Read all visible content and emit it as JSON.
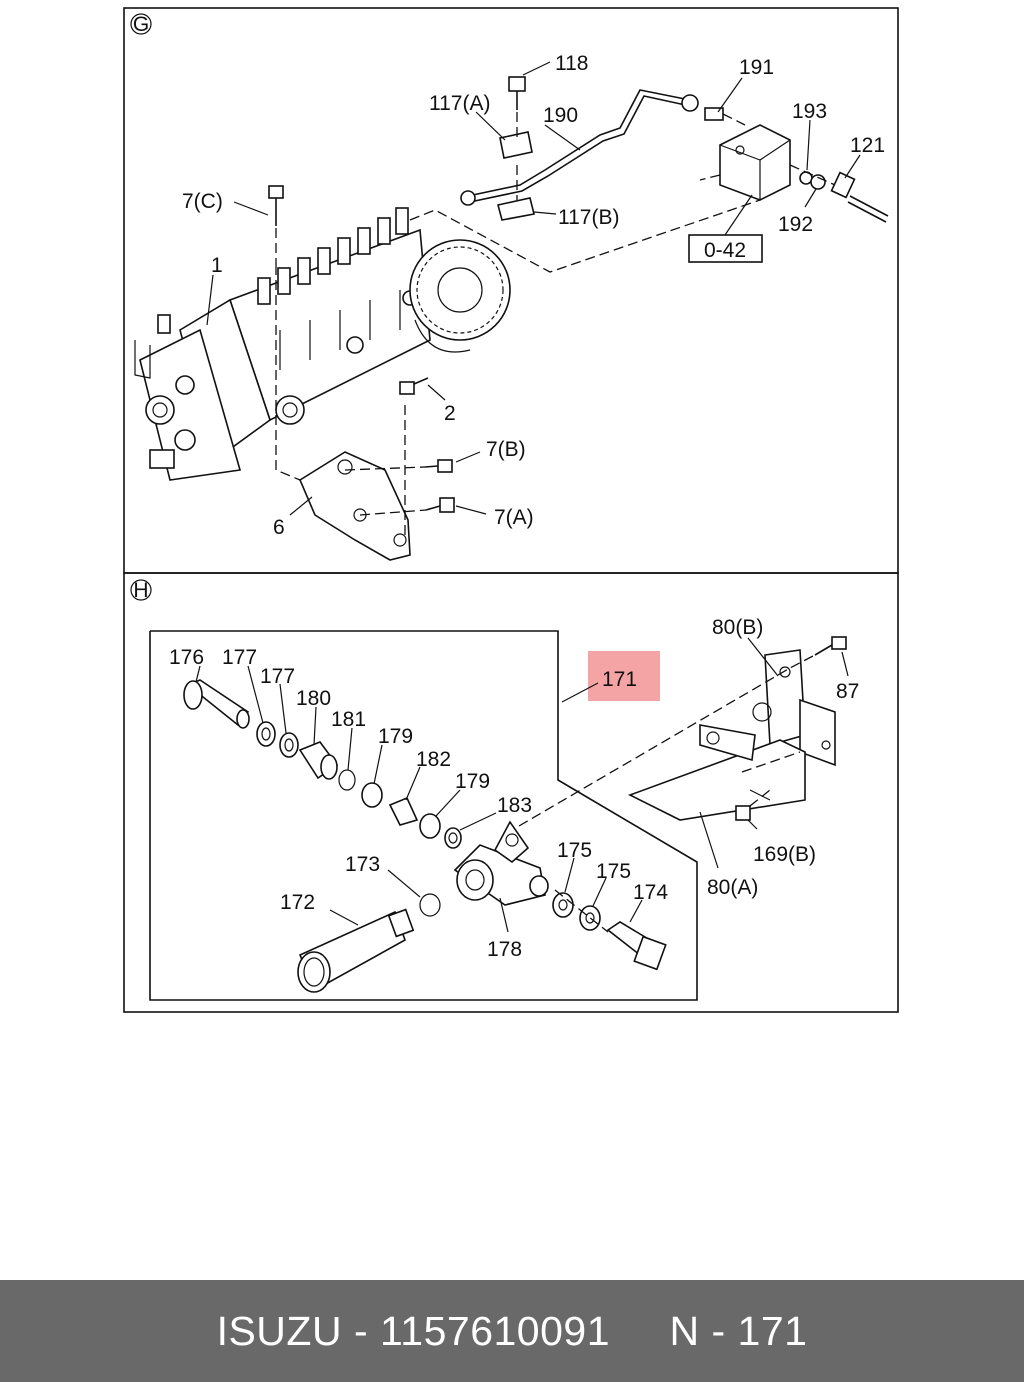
{
  "sections": {
    "upper": {
      "letter": "G",
      "callouts": [
        "118",
        "117(A)",
        "190",
        "191",
        "193",
        "121",
        "7(C)",
        "117(B)",
        "192",
        "1",
        "2",
        "7(B)",
        "7(A)",
        "6"
      ],
      "reference_box": "0-42"
    },
    "lower": {
      "letter": "H",
      "callouts": [
        "80(B)",
        "87",
        "176",
        "177",
        "177",
        "180",
        "181",
        "179",
        "182",
        "179",
        "183",
        "175",
        "175",
        "174",
        "173",
        "172",
        "178",
        "169(B)",
        "80(A)"
      ],
      "highlighted_callout": "171",
      "highlight_color": "#f4a4a4"
    }
  },
  "footer": {
    "brand": "ISUZU",
    "separator": "-",
    "part_number": "1157610091",
    "diagram_ref": "N - 171"
  }
}
